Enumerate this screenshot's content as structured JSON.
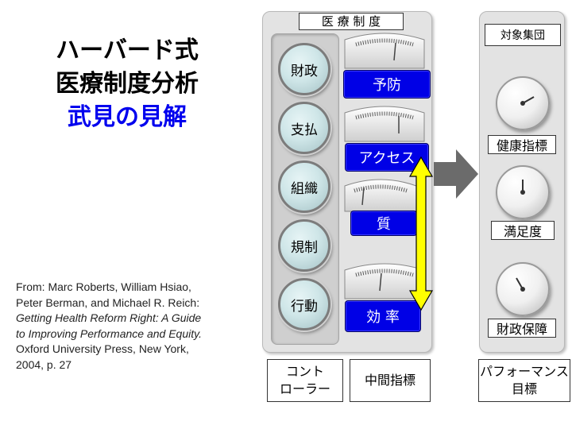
{
  "title": {
    "line1": "ハーバード式",
    "line2": "医療制度分析",
    "line3": "武見の見解"
  },
  "source": {
    "line1": "From: Marc Roberts, William Hsiao,",
    "line2": "Peter Berman, and Michael R. Reich:",
    "line3": "Getting Health Reform Right: A Guide",
    "line4": "to Improving Performance and Equity.",
    "line5": "Oxford University Press, New York,",
    "line6": "2004, p. 27"
  },
  "system_label": "医 療 制 度",
  "knobs": [
    "財政",
    "支払",
    "組織",
    "規制",
    "行動"
  ],
  "intermediate": [
    "予防",
    "アクセス",
    "質",
    "効 率"
  ],
  "target_label": "対象集団",
  "outcomes": [
    "健康指標",
    "満足度",
    "財政保障"
  ],
  "notes": {
    "controller": [
      "コント",
      "ローラー"
    ],
    "intermediate": "中間指標",
    "performance": [
      "パフォーマンス",
      "目標"
    ]
  },
  "colors": {
    "title_accent": "#0000ee",
    "button_blue": "#0000e6",
    "arrow_yellow": "#ffff00",
    "panel_gray": "#e3e3e3",
    "big_arrow": "#6b6b6b"
  }
}
